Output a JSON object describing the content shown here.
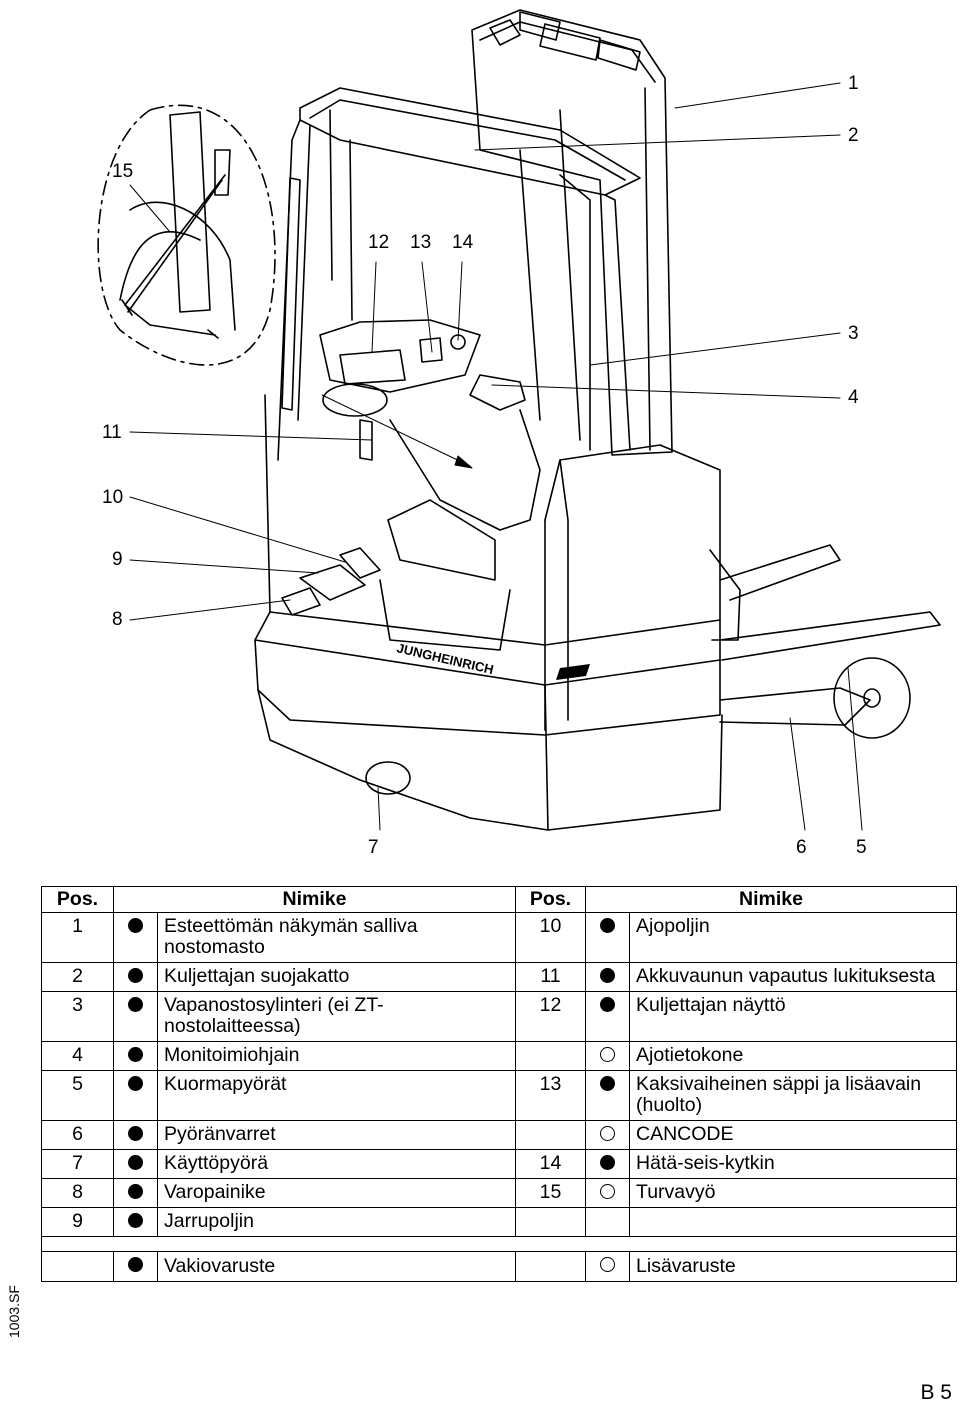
{
  "callouts": {
    "c1": "1",
    "c2": "2",
    "c3": "3",
    "c4": "4",
    "c5": "5",
    "c6": "6",
    "c7": "7",
    "c8": "8",
    "c9": "9",
    "c10": "10",
    "c11": "11",
    "c12": "12",
    "c13": "13",
    "c14": "14",
    "c15": "15"
  },
  "brand_lettering": "JUNGHEINRICH",
  "table": {
    "headers": {
      "pos": "Pos.",
      "name": "Nimike",
      "pos2": "Pos.",
      "name2": "Nimike"
    },
    "rows": [
      {
        "lpos": "1",
        "lsym": "filled",
        "lname": "Esteettömän näkymän salliva nostomasto",
        "rpos": "10",
        "rsym": "filled",
        "rname": "Ajopoljin"
      },
      {
        "lpos": "2",
        "lsym": "filled",
        "lname": "Kuljettajan suojakatto",
        "rpos": "11",
        "rsym": "filled",
        "rname": "Akkuvaunun vapautus lukituksesta"
      },
      {
        "lpos": "3",
        "lsym": "filled",
        "lname": "Vapanostosylinteri (ei ZT-nostolaitteessa)",
        "rpos": "12",
        "rsym": "filled",
        "rname": "Kuljettajan näyttö"
      },
      {
        "lpos": "4",
        "lsym": "filled",
        "lname": "Monitoimiohjain",
        "rpos": "",
        "rsym": "open",
        "rname": "Ajotietokone"
      },
      {
        "lpos": "5",
        "lsym": "filled",
        "lname": "Kuormapyörät",
        "rpos": "13",
        "rsym": "filled",
        "rname": "Kaksivaiheinen säppi ja lisäavain (huolto)"
      },
      {
        "lpos": "6",
        "lsym": "filled",
        "lname": "Pyöränvarret",
        "rpos": "",
        "rsym": "open",
        "rname": "CANCODE"
      },
      {
        "lpos": "7",
        "lsym": "filled",
        "lname": "Käyttöpyörä",
        "rpos": "14",
        "rsym": "filled",
        "rname": "Hätä-seis-kytkin"
      },
      {
        "lpos": "8",
        "lsym": "filled",
        "lname": "Varopainike",
        "rpos": "15",
        "rsym": "open",
        "rname": "Turvavyö"
      },
      {
        "lpos": "9",
        "lsym": "filled",
        "lname": "Jarrupoljin",
        "rpos": "",
        "rsym": "",
        "rname": ""
      }
    ],
    "legend": {
      "standard": "Vakiovaruste",
      "optional": "Lisävaruste"
    }
  },
  "side_code": "1003.SF",
  "page_number": "B 5"
}
